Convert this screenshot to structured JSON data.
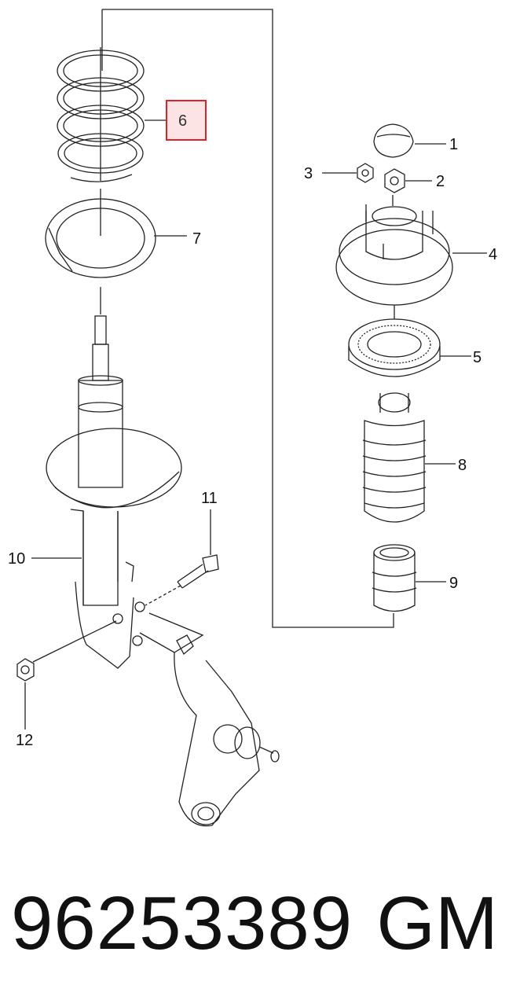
{
  "diagram": {
    "callouts": [
      {
        "id": "1",
        "label": "1"
      },
      {
        "id": "2",
        "label": "2"
      },
      {
        "id": "3",
        "label": "3"
      },
      {
        "id": "4",
        "label": "4"
      },
      {
        "id": "5",
        "label": "5"
      },
      {
        "id": "6",
        "label": "6",
        "highlighted": true
      },
      {
        "id": "7",
        "label": "7"
      },
      {
        "id": "8",
        "label": "8"
      },
      {
        "id": "9",
        "label": "9"
      },
      {
        "id": "10",
        "label": "10"
      },
      {
        "id": "11",
        "label": "11"
      },
      {
        "id": "12",
        "label": "12"
      }
    ],
    "highlight_color": "#e0202a",
    "highlight_fill": "#fde4e4"
  },
  "footer": {
    "part_number": "96253389",
    "brand": "GM"
  }
}
